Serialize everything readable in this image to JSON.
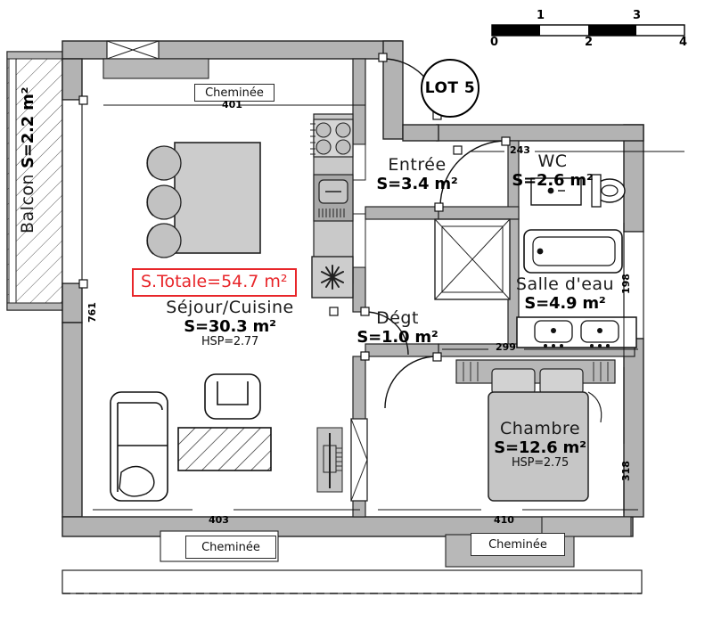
{
  "plan": {
    "lot_badge": "LOT 5",
    "total_area": "S.Totale=54.7  m²",
    "accent_color": "#e8262a",
    "wall_fill": "#b3b3b3",
    "furniture_fill": "#c8c8c8"
  },
  "rooms": [
    {
      "id": "balcon",
      "name": "Balcon",
      "area": "S=2.2 m²",
      "hsp": ""
    },
    {
      "id": "sejour",
      "name": "Séjour/Cuisine",
      "area": "S=30.3 m²",
      "hsp": "HSP=2.77"
    },
    {
      "id": "entree",
      "name": "Entrée",
      "area": "S=3.4 m²",
      "hsp": ""
    },
    {
      "id": "wc",
      "name": "WC",
      "area": "S=2.6 m²",
      "hsp": ""
    },
    {
      "id": "salledeau",
      "name": "Salle d'eau",
      "area": "S=4.9 m²",
      "hsp": ""
    },
    {
      "id": "degt",
      "name": "Dégt",
      "area": "S=1.0 m²",
      "hsp": ""
    },
    {
      "id": "chambre",
      "name": "Chambre",
      "area": "S=12.6 m²",
      "hsp": "HSP=2.75"
    }
  ],
  "dimensions": {
    "top_sejour": "401",
    "left_sejour": "761",
    "bottom_sejour": "403",
    "bottom_chambre": "410",
    "wc_top": "243",
    "salledeau_right": "198",
    "chambre_sink": "299",
    "chambre_right": "318"
  },
  "chimney_labels": {
    "top": "Cheminée",
    "bottom_left": "Cheminée",
    "bottom_right": "Cheminée"
  },
  "scale_bar": {
    "ticks_top": [
      "1",
      "3"
    ],
    "ticks_bottom": [
      "0",
      "2",
      "4"
    ]
  },
  "fixtures": {
    "cooktop": "cooktop-icon",
    "sink_kitchen": "kitchen-sink-icon",
    "fridge": "refrigerator-icon",
    "toilet": "toilet-icon",
    "bathtub": "bathtub-icon",
    "vanity": "vanity-sink-icon",
    "double_sink": "double-sink-icon",
    "bed": "bed-icon",
    "sofa": "sofa-icon",
    "armchair": "armchair-icon",
    "dining_table": "dining-table-icon",
    "chairs": "dining-chair-icon",
    "rug": "hatched-rug-icon",
    "radiator": "radiator-icon"
  }
}
